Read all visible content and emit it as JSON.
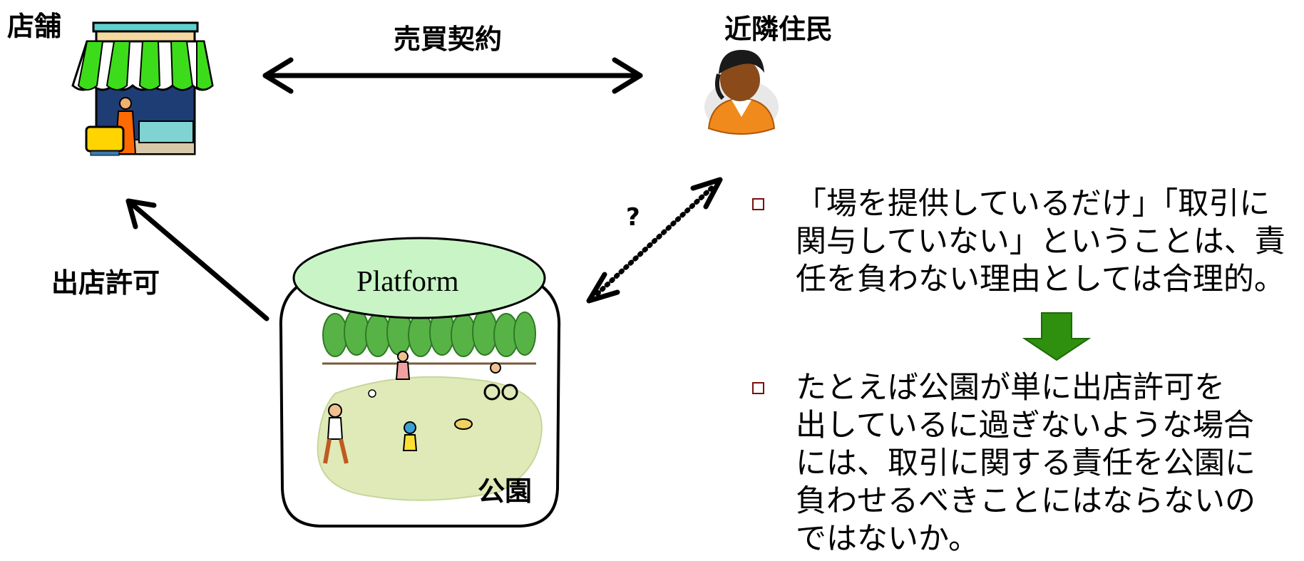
{
  "labels": {
    "store": "店舗",
    "contract": "売買契約",
    "neighbors": "近隣住民",
    "permit": "出店許可",
    "question": "?",
    "platform": "Platform",
    "park": "公園"
  },
  "bullets": [
    {
      "lines": [
        "「場を提供しているだけ」「取引に",
        "関与していない」ということは、責",
        "任を負わない理由としては合理的。"
      ]
    },
    {
      "lines": [
        "たとえば公園が単に出店許可を",
        "出しているに過ぎないような場合",
        "には、取引に関する責任を公園に",
        "負わせるべきことにはならないの",
        "ではないか。"
      ]
    }
  ],
  "colors": {
    "awning_green": "#3ddc1a",
    "awning_top": "#5fd0d0",
    "ellipse_fill": "#c9f5c6",
    "down_arrow": "#2f8f0f",
    "bullet_border": "#7a1010",
    "person_orange": "#f08a1c"
  },
  "icons": [
    "store-icon",
    "person-icon",
    "park-illustration",
    "down-arrow-icon"
  ]
}
